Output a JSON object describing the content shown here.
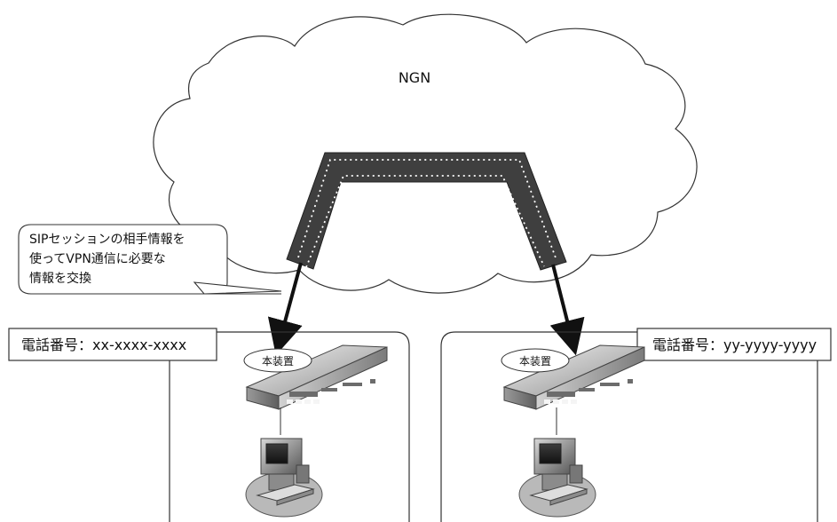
{
  "network": {
    "cloud_label": "NGN"
  },
  "callout": {
    "lines": [
      "SIPセッションの相手情報を",
      "使ってVPN通信に必要な",
      "情報を交換"
    ]
  },
  "sites": [
    {
      "phone_label": "電話番号：xx-xxxx-xxxx",
      "device_label": "本装置"
    },
    {
      "phone_label": "電話番号：yy-yyyy-yyyy",
      "device_label": "本装置"
    }
  ],
  "colors": {
    "tunnel": "#3f3f3f",
    "line": "#333333",
    "arrow": "#111111"
  }
}
